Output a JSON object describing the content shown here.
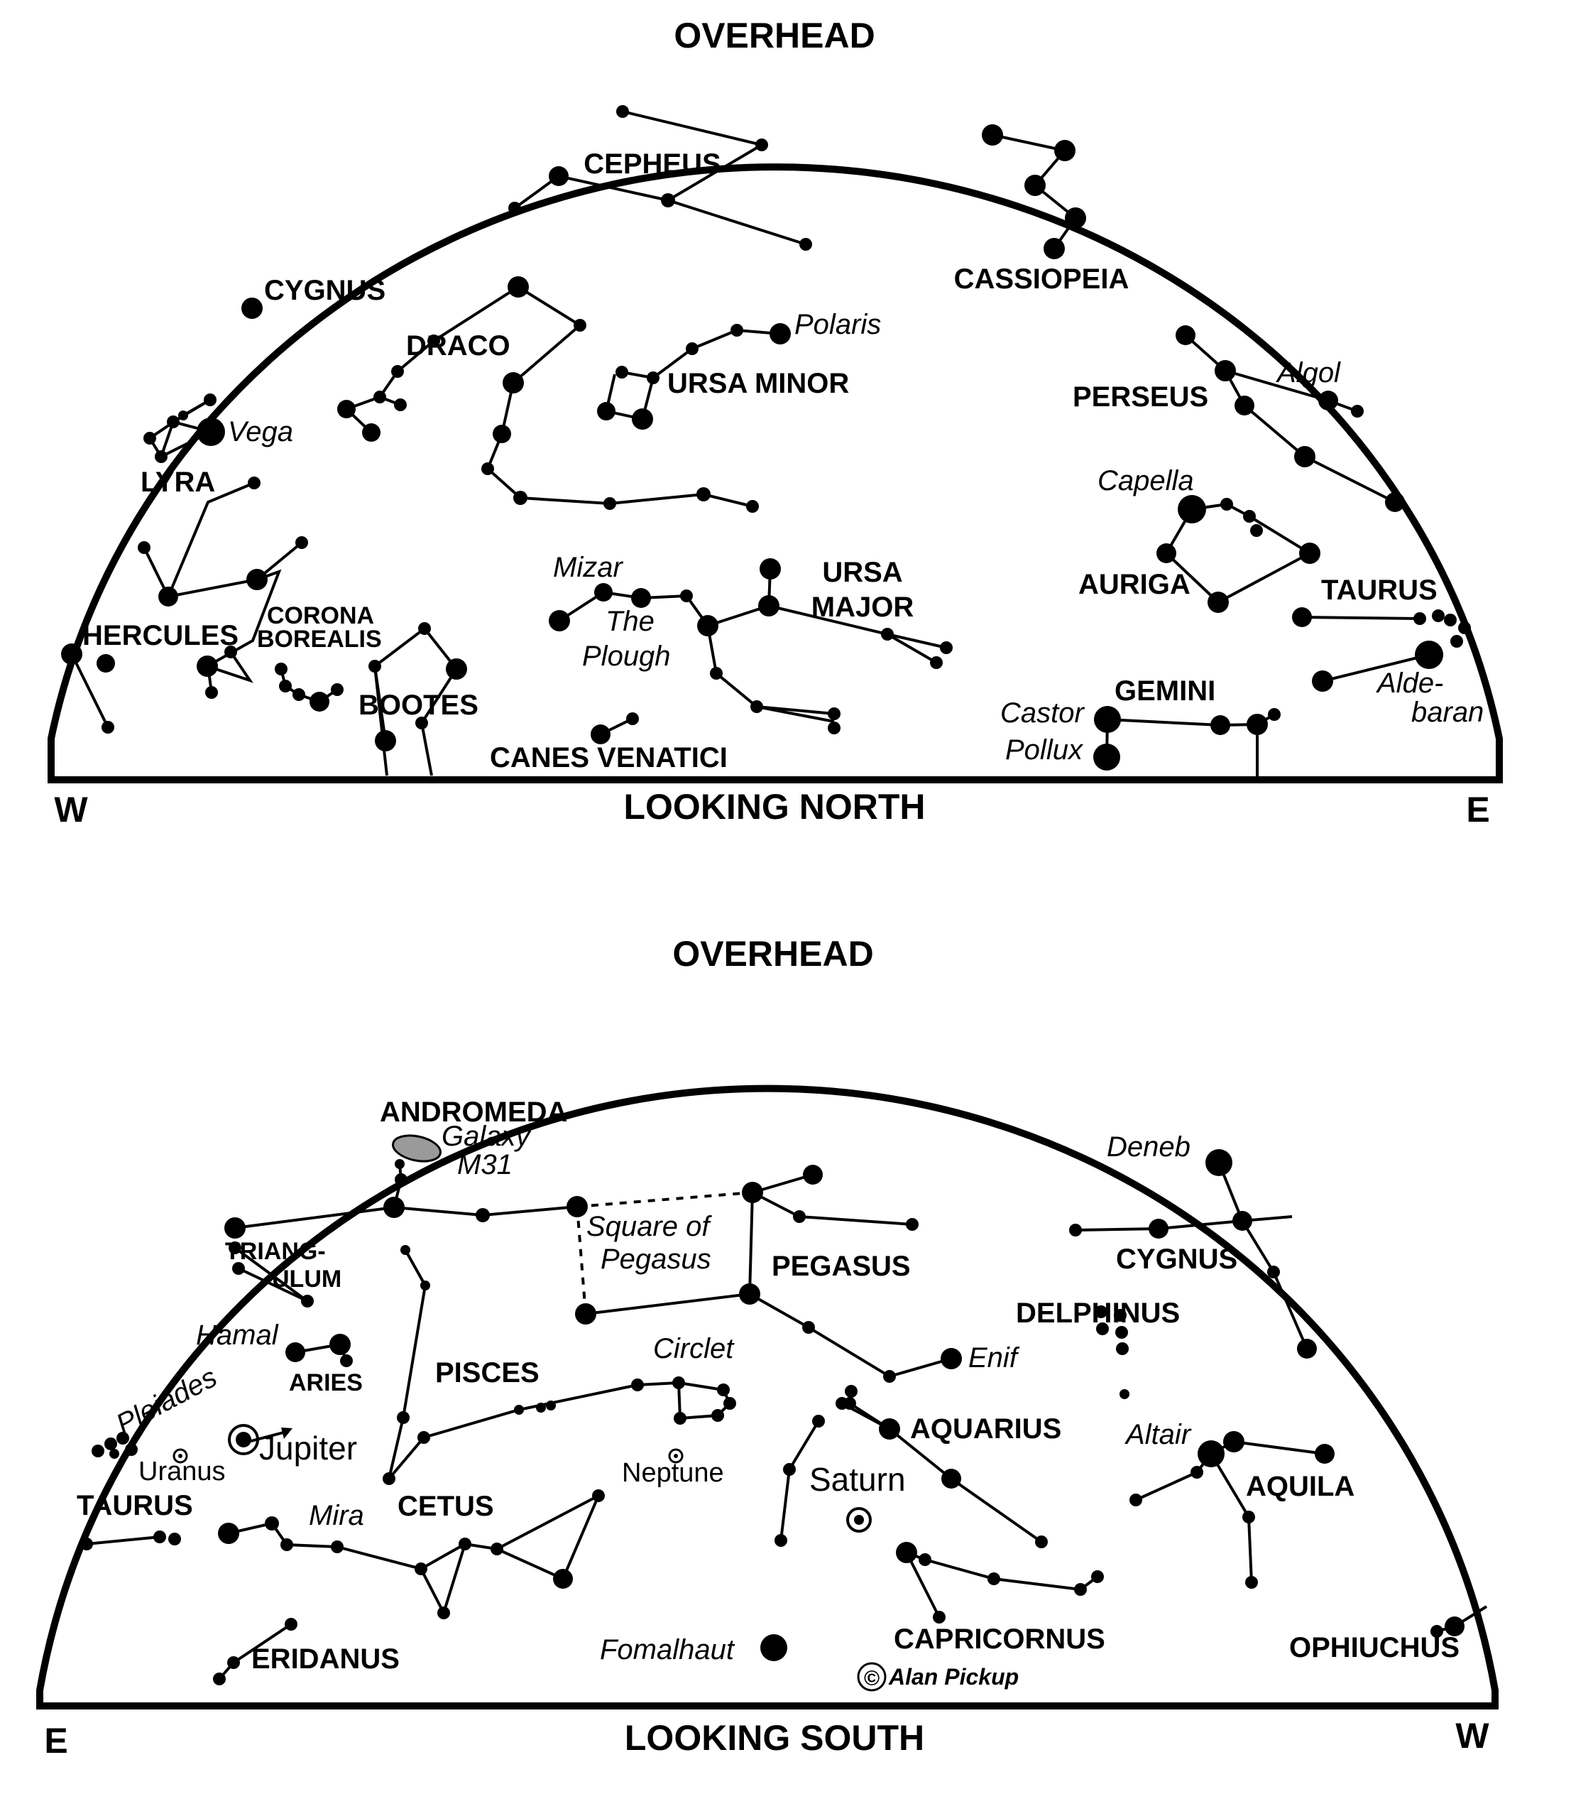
{
  "north": {
    "overhead": "OVERHEAD",
    "looking": "LOOKING NORTH",
    "west": "W",
    "east": "E",
    "constellations": {
      "cepheus": "CEPHEUS",
      "cassiopeia": "CASSIOPEIA",
      "cygnus": "CYGNUS",
      "draco": "DRACO",
      "ursa_minor": "URSA MINOR",
      "lyra": "LYRA",
      "perseus": "PERSEUS",
      "auriga": "AURIGA",
      "hercules": "HERCULES",
      "corona_borealis_1": "CORONA",
      "corona_borealis_2": "BOREALIS",
      "bootes": "BOOTES",
      "ursa_major_1": "URSA",
      "ursa_major_2": "MAJOR",
      "taurus": "TAURUS",
      "gemini": "GEMINI",
      "canes_venatici": "CANES VENATICI"
    },
    "stars": {
      "polaris": "Polaris",
      "vega": "Vega",
      "algol": "Algol",
      "capella": "Capella",
      "mizar": "Mizar",
      "plough_1": "The",
      "plough_2": "Plough",
      "castor": "Castor",
      "pollux": "Pollux",
      "aldebaran_1": "Alde-",
      "aldebaran_2": "baran"
    }
  },
  "south": {
    "overhead": "OVERHEAD",
    "looking": "LOOKING SOUTH",
    "east": "E",
    "west": "W",
    "constellations": {
      "andromeda": "ANDROMEDA",
      "triangulum_1": "TRIANG-",
      "triangulum_2": "ULUM",
      "aries": "ARIES",
      "pisces": "PISCES",
      "pegasus": "PEGASUS",
      "cygnus": "CYGNUS",
      "delphinus": "DELPHINUS",
      "aquarius": "AQUARIUS",
      "aquila": "AQUILA",
      "taurus": "TAURUS",
      "cetus": "CETUS",
      "capricornus": "CAPRICORNUS",
      "eridanus": "ERIDANUS",
      "ophiuchus": "OPHIUCHUS"
    },
    "stars": {
      "galaxy_1": "Galaxy",
      "galaxy_2": "M31",
      "square_1": "Square of",
      "square_2": "Pegasus",
      "deneb": "Deneb",
      "hamal": "Hamal",
      "pleiades": "Pleiades",
      "circlet": "Circlet",
      "enif": "Enif",
      "altair": "Altair",
      "mira": "Mira",
      "fomalhaut": "Fomalhaut"
    },
    "planets": {
      "jupiter": "Jupiter",
      "uranus": "Uranus",
      "neptune": "Neptune",
      "saturn": "Saturn"
    },
    "credit": "Alan Pickup",
    "credit_symbol": "©"
  }
}
